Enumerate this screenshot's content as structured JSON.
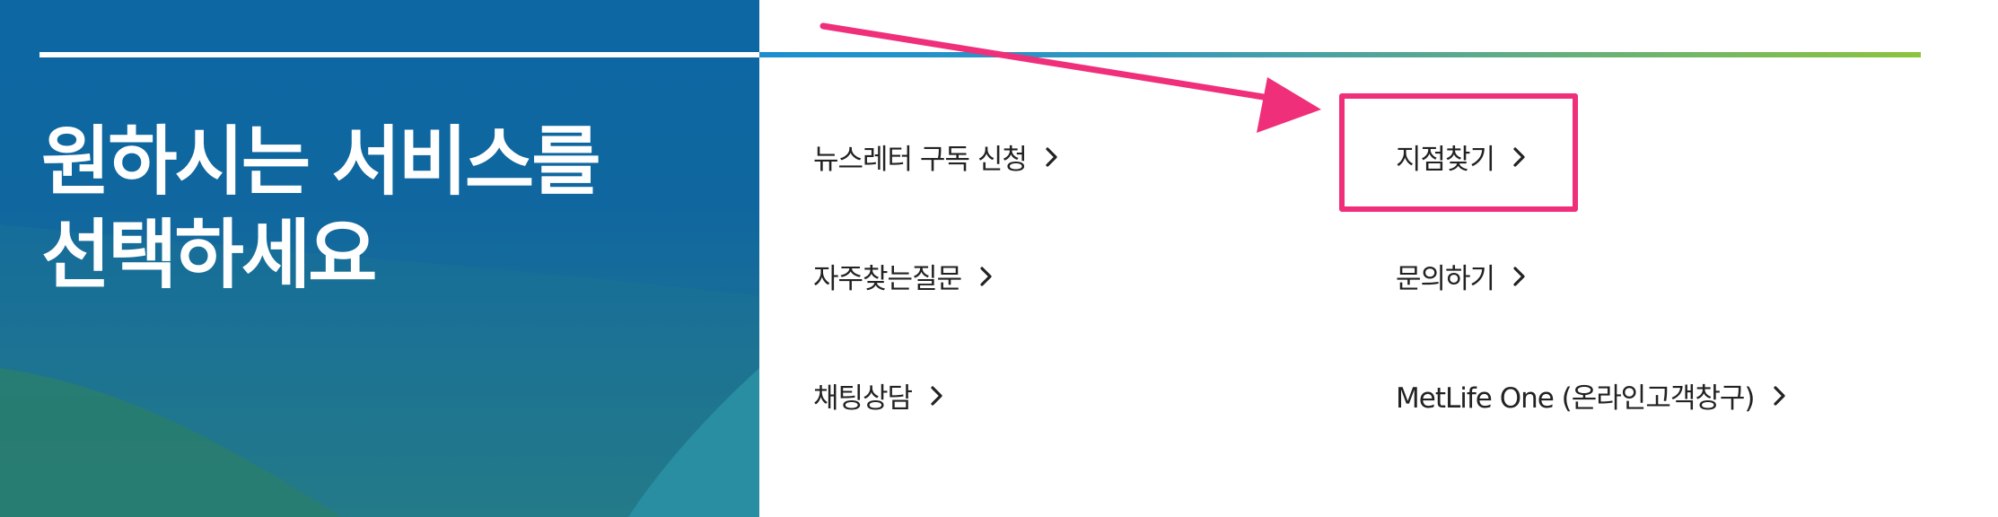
{
  "panel": {
    "title_line1": "원하시는 서비스를",
    "title_line2": "선택하세요"
  },
  "services": {
    "newsletter": "뉴스레터 구독 신청",
    "faq": "자주찾는질문",
    "chat": "채팅상담",
    "branch": "지점찾기",
    "inquiry": "문의하기",
    "metlife_one": "MetLife One (온라인고객창구)"
  },
  "annotation": {
    "highlighted_item": "지점찾기",
    "color": "#f02f7b"
  },
  "colors": {
    "panel_blue": "#0c67a3",
    "rule_start": "#1b8fd0",
    "rule_end": "#8cc43e",
    "text": "#222222"
  },
  "icons": {
    "link_arrow": "chevron-right-icon"
  }
}
